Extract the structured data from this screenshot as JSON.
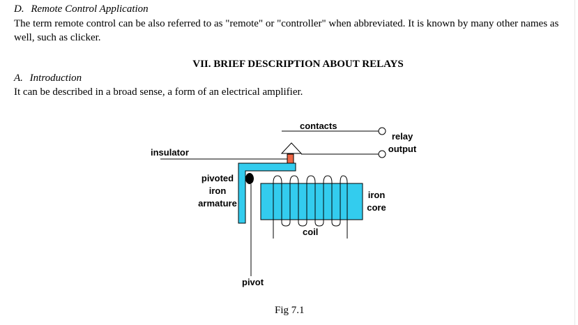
{
  "doc": {
    "section_d": {
      "label": "D.",
      "title": "Remote Control Application"
    },
    "para_d_line1": "The term remote control can be also referred to as \"remote\" or \"controller\" when abbreviated. It is known by many other names as",
    "para_d_line2": "well, such as clicker.",
    "section_vii": "VII. BRIEF DESCRIPTION ABOUT RELAYS",
    "section_a": {
      "label": "A.",
      "title": "Introduction"
    },
    "para_a": "It can be described in a broad sense, a form of an electrical amplifier."
  },
  "figure": {
    "caption": "Fig 7.1",
    "labels": {
      "contacts": "contacts",
      "relay": "relay",
      "output": "output",
      "insulator": "insulator",
      "pivoted": "pivoted",
      "iron": "iron",
      "armature": "armature",
      "core_iron": "iron",
      "core": "core",
      "coil": "coil",
      "pivot": "pivot"
    },
    "colors": {
      "cyan": "#33ccee",
      "insulator": "#ee6644",
      "line": "#000000"
    }
  }
}
